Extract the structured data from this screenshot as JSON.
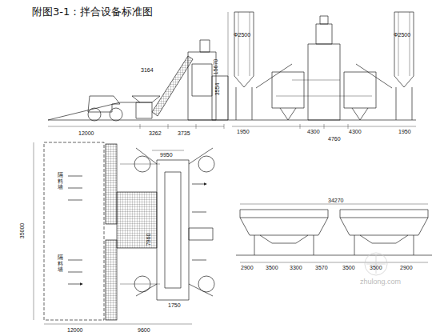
{
  "diagram": {
    "title": "附图3-1：拌合设备标准图",
    "labels": [
      "3164",
      "3554",
      "12000",
      "3262",
      "3735",
      "Φ2500",
      "Φ2500",
      "15670",
      "4300",
      "4760",
      "4300",
      "1950",
      "1950",
      "35000",
      "12000",
      "9600",
      "9950",
      "7960",
      "1750",
      "隔料墙",
      "隔料墙",
      "34270",
      "2900",
      "3500",
      "3300",
      "3570",
      "3500",
      "3500",
      "2900",
      "zhulong.com"
    ]
  }
}
